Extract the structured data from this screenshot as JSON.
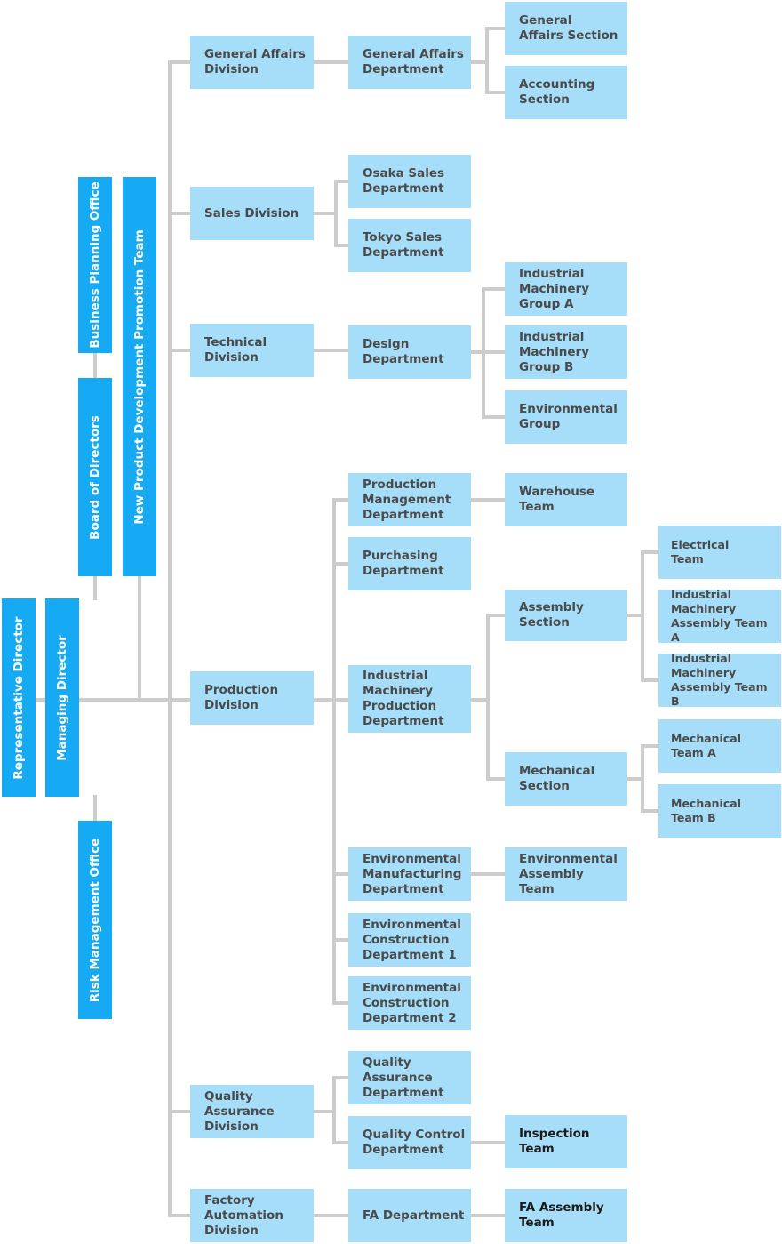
{
  "executives": {
    "representative_director": "Representative Director",
    "managing_director": "Managing Director",
    "business_planning_office": "Business Planning Office",
    "board_of_directors": "Board of Directors",
    "new_product_team": "New Product Development Promotion Team",
    "risk_management_office": "Risk Management Office"
  },
  "general_affairs": {
    "division": "General Affairs\nDivision",
    "department": "General Affairs\nDepartment",
    "section_general": "General\nAffairs Section",
    "section_accounting": "Accounting\nSection"
  },
  "sales": {
    "division": "Sales Division",
    "osaka": "Osaka Sales\nDepartment",
    "tokyo": "Tokyo Sales\nDepartment"
  },
  "technical": {
    "division": "Technical\nDivision",
    "design": "Design\nDepartment",
    "group_a": "Industrial\nMachinery\nGroup A",
    "group_b": "Industrial\nMachinery\nGroup B",
    "environmental": "Environmental\nGroup"
  },
  "production": {
    "division": "Production\nDivision",
    "production_management": "Production\nManagement\nDepartment",
    "warehouse": "Warehouse\nTeam",
    "purchasing": "Purchasing\nDepartment",
    "industrial_machinery": "Industrial\nMachinery\nProduction\nDepartment",
    "assembly_section": "Assembly\nSection",
    "electrical_team": "Electrical\nTeam",
    "assembly_team_a": "Industrial\nMachinery\nAssembly Team A",
    "assembly_team_b": "Industrial\nMachinery\nAssembly Team B",
    "mechanical_section": "Mechanical\nSection",
    "mechanical_team_a": "Mechanical\nTeam A",
    "mechanical_team_b": "Mechanical\nTeam B",
    "environmental_manufacturing": "Environmental\nManufacturing\nDepartment",
    "environmental_assembly": "Environmental\nAssembly\nTeam",
    "environmental_construction_1": "Environmental\nConstruction\nDepartment 1",
    "environmental_construction_2": "Environmental\nConstruction\nDepartment 2"
  },
  "quality": {
    "division": "Quality\nAssurance\nDivision",
    "qa_department": "Quality\nAssurance\nDepartment",
    "qc_department": "Quality Control\nDepartment",
    "inspection_team": "Inspection\nTeam"
  },
  "factory_automation": {
    "division": "Factory\nAutomation\nDivision",
    "fa_department": "FA Department",
    "fa_assembly_team": "FA Assembly\nTeam"
  },
  "colors": {
    "light_box": "#a6defa",
    "dark_box": "#15aaf3",
    "connector": "#cccccc"
  }
}
